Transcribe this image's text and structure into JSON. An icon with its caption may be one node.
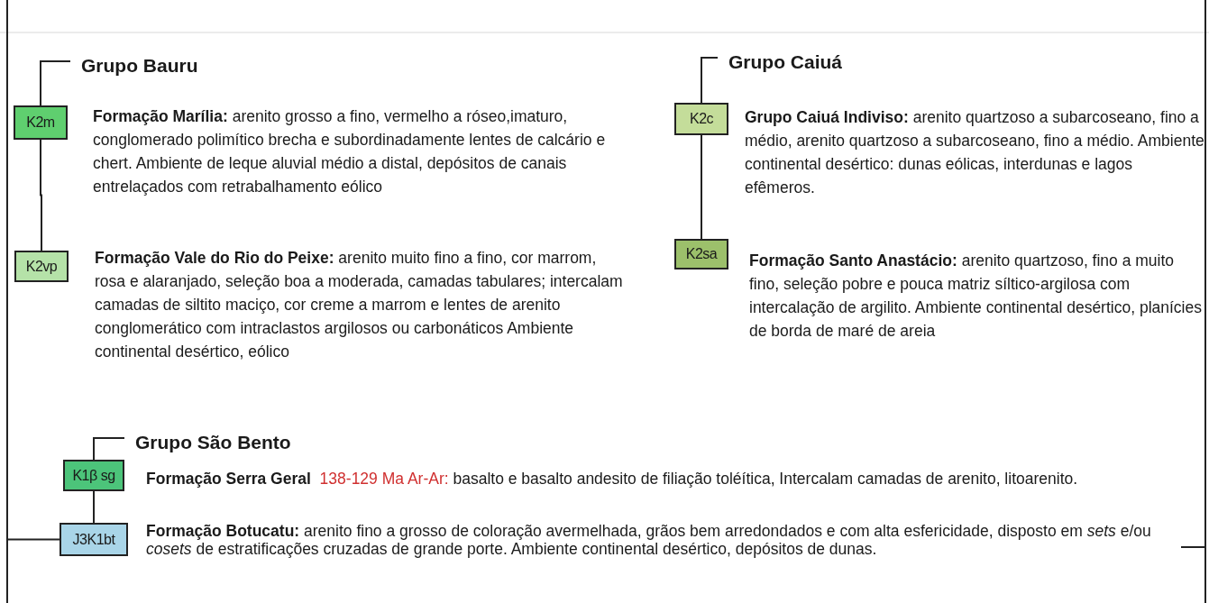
{
  "diagram": {
    "nodes": [
      {
        "text": [
          "Grupo Bauru"
        ]
      },
      {
        "text": [
          "K2m"
        ],
        "beside": [
          "**Formação Marília:** arenito grosso a fino, vermelho a róseo,imaturo, conglomerado polimítico brecha e subordinadamente lentes de calcário e chert. Ambiente de leque aluvial médio a distal, depósitos de canais entrelaçados com retrabalhamento eólico"
        ]
      },
      {
        "text": [
          "K2vp"
        ],
        "beside": [
          "**Formação Vale do Rio do Peixe:** arenito muito fino a fino, cor marrom, rosa e alaranjado, seleção boa a moderada, camadas tabulares; intercalam camadas de siltito maciço, cor creme a marrom e lentes de arenito conglomerático com intraclastos argilosos ou carbonáticos Ambiente continental desértico, eólico"
        ]
      },
      {
        "text": [
          "Grupo Caiuá"
        ]
      },
      {
        "text": [
          "K2c"
        ],
        "beside": [
          "**Grupo Caiuá Indiviso:** arenito quartzoso a subarcoseano, fino a médio, arenito quartzoso a subarcoseano, fino a médio. Ambiente continental desértico: dunas eólicas, interdunas e lagos efêmeros."
        ]
      },
      {
        "text": [
          "K2sa"
        ],
        "beside": [
          "**Formação Santo Anastácio:** arenito quartzoso, fino a muito fino, seleção pobre e pouca matriz síltico-argilosa com intercalação de argilito. Ambiente continental desértico, planícies de borda de maré de areia"
        ]
      },
      {
        "text": [
          "Grupo São Bento"
        ]
      },
      {
        "text": [
          "K1β sg"
        ],
        "beside": [
          "Formação Serra Geral",
          "138-129 Ma Ar-Ar:",
          "basalto e basalto andesito de filiação toléítica, Intercalam camadas de arenito, litoarenito."
        ]
      },
      {
        "text": [
          "J3K1bt"
        ],
        "beside": [
          "**Formação Botucatu:** arenito fino a grosso de coloração avermelhada, grãos bem arredondados e com alta esfericidade, disposto em *sets* e/ou *cosets* de estratificações cruzadas de grande porte. Ambiente continental desértico, depósitos de dunas."
        ]
      }
    ],
    "edges": [
      {
        "from": 0,
        "to": 1,
        "arrow": "none"
      },
      {
        "from": 1,
        "to": 2,
        "arrow": "none"
      },
      {
        "from": 3,
        "to": 4,
        "arrow": "none"
      },
      {
        "from": 4,
        "to": 5,
        "arrow": "none"
      },
      {
        "from": 6,
        "to": 7,
        "arrow": "none"
      },
      {
        "from": 7,
        "to": 8,
        "arrow": "none"
      },
      {
        "from": null,
        "to": 8,
        "arrow": "none"
      }
    ]
  }
}
